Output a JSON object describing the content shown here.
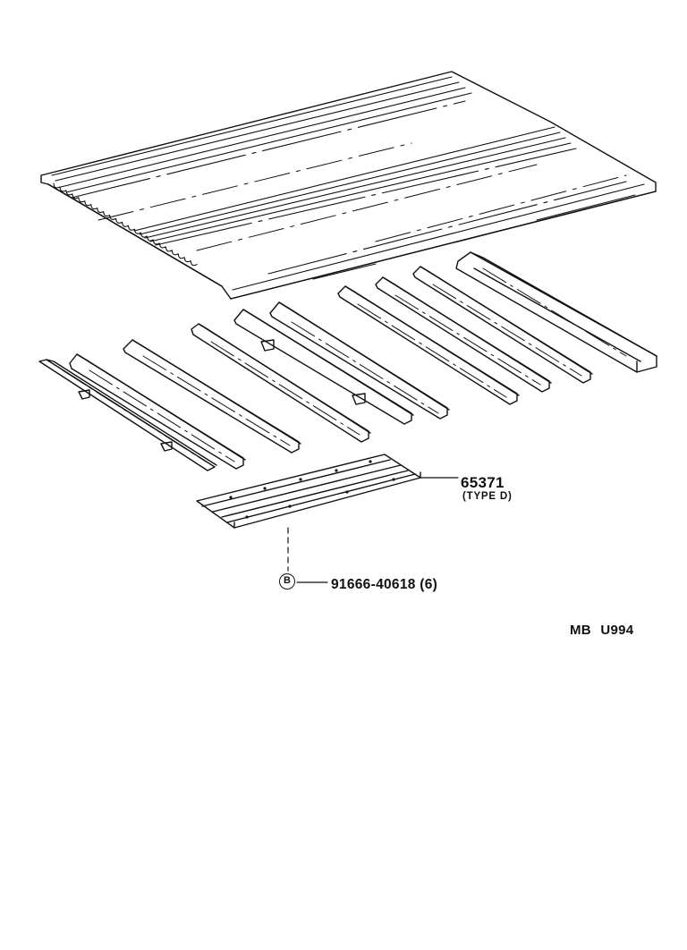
{
  "figure": {
    "callouts": [
      {
        "id": "crossmember",
        "part_number": "65371",
        "note": "(TYPE D)"
      },
      {
        "id": "bolt",
        "symbol": "B",
        "part_number": "91666-40618 (6)"
      }
    ],
    "diagram_code": "MB  U994"
  },
  "colors": {
    "ink": "#111111",
    "paper": "#ffffff"
  }
}
